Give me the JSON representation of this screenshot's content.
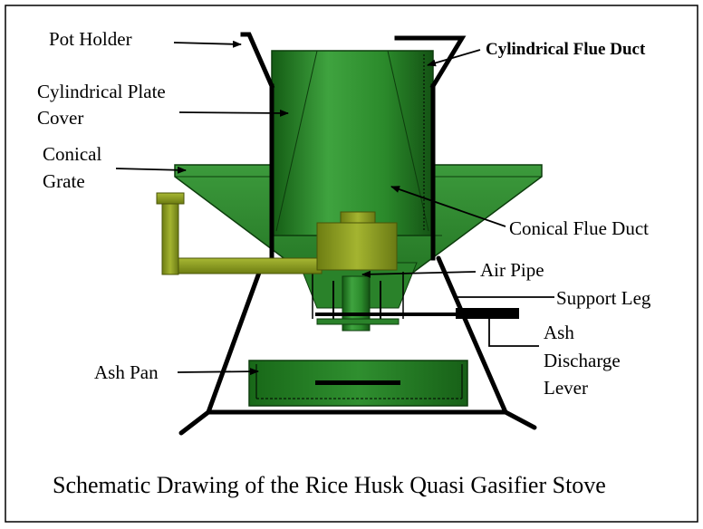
{
  "diagram": {
    "caption": "Schematic Drawing of the Rice Husk Quasi Gasifier Stove",
    "labels": {
      "pot_holder": "Pot Holder",
      "cylindrical_flue_duct": "Cylindrical Flue Duct",
      "cylindrical_plate_cover_line1": "Cylindrical Plate",
      "cylindrical_plate_cover_line2": "Cover",
      "conical_grate_line1": "Conical",
      "conical_grate_line2": "Grate",
      "conical_flue_duct": "Conical Flue Duct",
      "air_pipe": "Air Pipe",
      "support_leg": "Support Leg",
      "ash_discharge_lever_line1": "Ash",
      "ash_discharge_lever_line2": "Discharge",
      "ash_discharge_lever_line3": "Lever",
      "ash_pan": "Ash Pan"
    },
    "colors": {
      "stove_green": "#2e8b2e",
      "stove_green_dark": "#145214",
      "air_pipe_olive": "#8a9a1e",
      "frame_black": "#000000"
    }
  }
}
